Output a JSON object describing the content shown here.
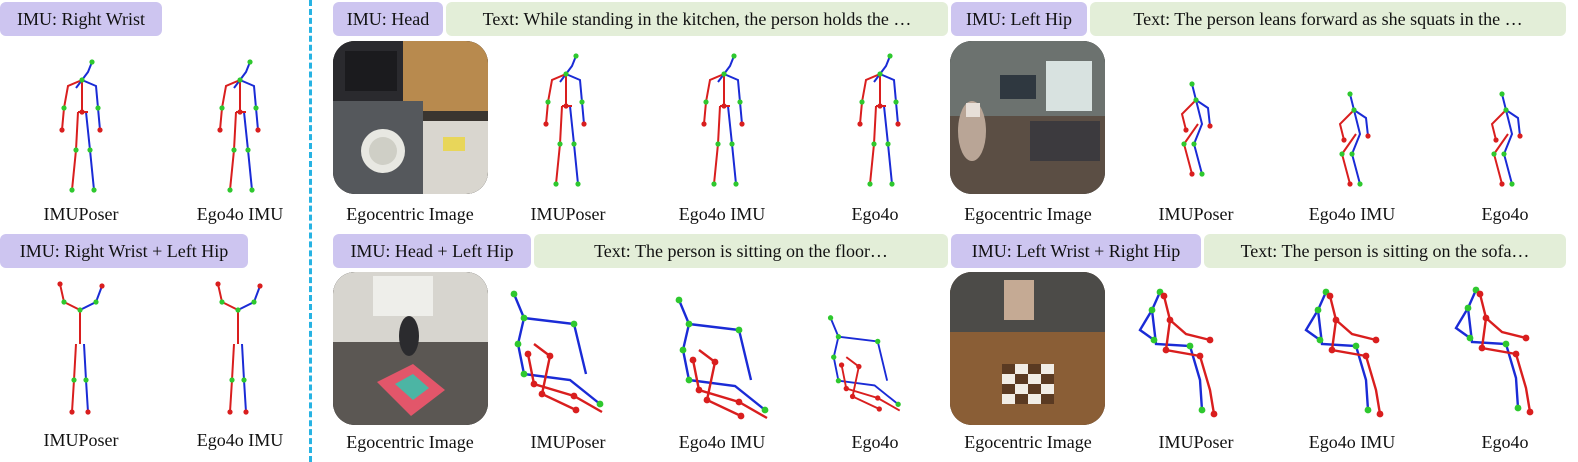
{
  "left": {
    "top_tag": "IMU: Right Wrist",
    "bottom_tag": "IMU: Right Wrist + Left Hip",
    "captions": [
      "IMUPoser",
      "Ego4o IMU"
    ]
  },
  "panels": [
    {
      "tag": "IMU: Head",
      "text": "Text: While standing in the kitchen, the person holds the …",
      "captions": [
        "Egocentric Image",
        "IMUPoser",
        "Ego4o IMU",
        "Ego4o"
      ]
    },
    {
      "tag": "IMU: Left Hip",
      "text": "Text: The person leans forward as she squats in the …",
      "captions": [
        "Egocentric Image",
        "IMUPoser",
        "Ego4o IMU",
        "Ego4o"
      ]
    },
    {
      "tag": "IMU: Head + Left Hip",
      "text": "Text: The person is sitting on the floor…",
      "captions": [
        "Egocentric Image",
        "IMUPoser",
        "Ego4o IMU",
        "Ego4o"
      ]
    },
    {
      "tag": "IMU: Left Wrist + Right Hip",
      "text": "Text: The person is sitting on the sofa…",
      "captions": [
        "Egocentric Image",
        "IMUPoser",
        "Ego4o IMU",
        "Ego4o"
      ]
    }
  ]
}
